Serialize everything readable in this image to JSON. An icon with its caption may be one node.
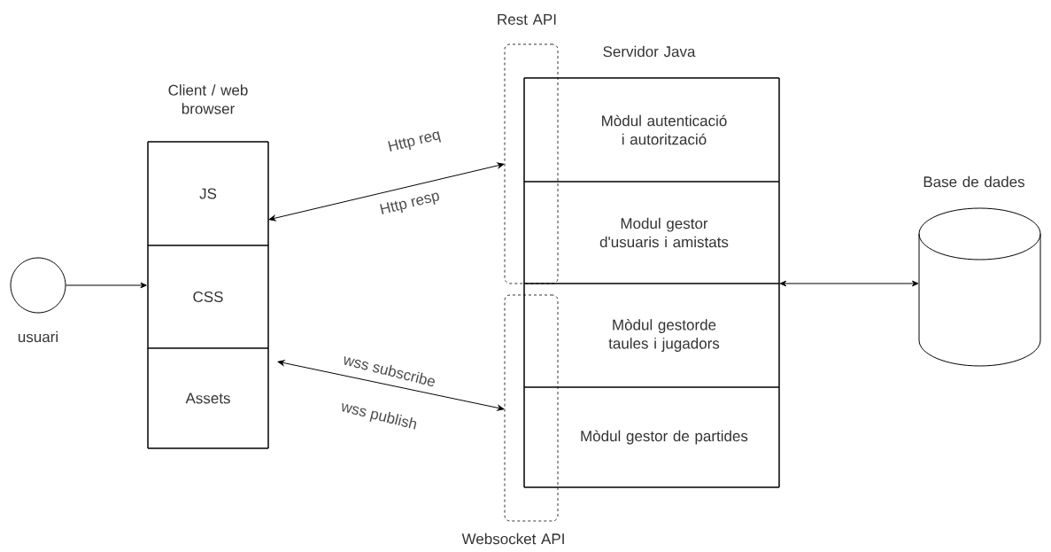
{
  "diagram": {
    "nodes": [
      {
        "text": [],
        "shape": "circle",
        "beside": [
          "usuari"
        ]
      },
      {
        "text": [
          "Client / web browser"
        ]
      },
      {
        "text": [
          "JS"
        ],
        "in": 1
      },
      {
        "text": [
          "CSS"
        ],
        "in": 1
      },
      {
        "text": [
          "Assets"
        ],
        "in": 1
      },
      {
        "text": [
          "Rest API"
        ]
      },
      {
        "text": [
          "Websocket API"
        ]
      },
      {
        "text": [
          "Servidor Java"
        ]
      },
      {
        "text": [
          "Mòdul autenticació i autorització"
        ],
        "in": 7
      },
      {
        "text": [
          "Modul gestor d'usuaris i amistats"
        ],
        "in": 7
      },
      {
        "text": [
          "Mòdul gestorde taules i jugadors"
        ],
        "in": 7
      },
      {
        "text": [
          "Mòdul gestor de partides"
        ],
        "in": 7
      },
      {
        "text": [
          "Base de dades"
        ]
      }
    ],
    "edges": [
      {
        "from": 0,
        "to": 3,
        "arrow": "to"
      },
      {
        "from": 2,
        "to": 5,
        "arrow": "both",
        "label": "Http req"
      },
      {
        "from": 4,
        "to": 6,
        "arrow": "both",
        "label": "wss subscribe"
      },
      {
        "from": 7,
        "to": 12,
        "arrow": "both"
      }
    ],
    "labels": [
      "Http resp",
      "wss publish"
    ]
  }
}
